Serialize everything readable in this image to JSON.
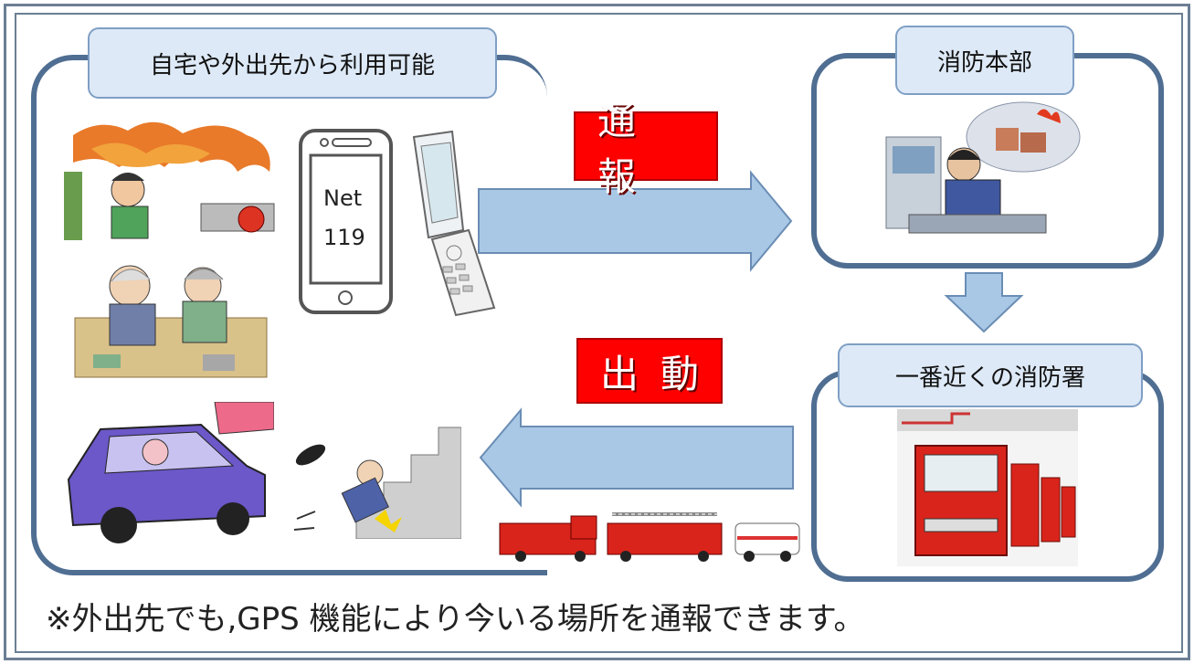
{
  "left_panel": {
    "label": "自宅や外出先から利用可能"
  },
  "phone": {
    "screen_line1": "Net",
    "screen_line2": "119"
  },
  "arrows": {
    "report_label": "通報",
    "dispatch_label": "出動"
  },
  "hq_panel": {
    "label": "消防本部"
  },
  "station_panel": {
    "label": "一番近くの消防署"
  },
  "footer_note": "※外出先でも,GPS 機能により今いる場所を通報できます。",
  "colors": {
    "panel_border": "#4f6e92",
    "label_fill": "#dde9f7",
    "arrow_fill": "#a9c8e6",
    "red_box": "#ff0000"
  }
}
